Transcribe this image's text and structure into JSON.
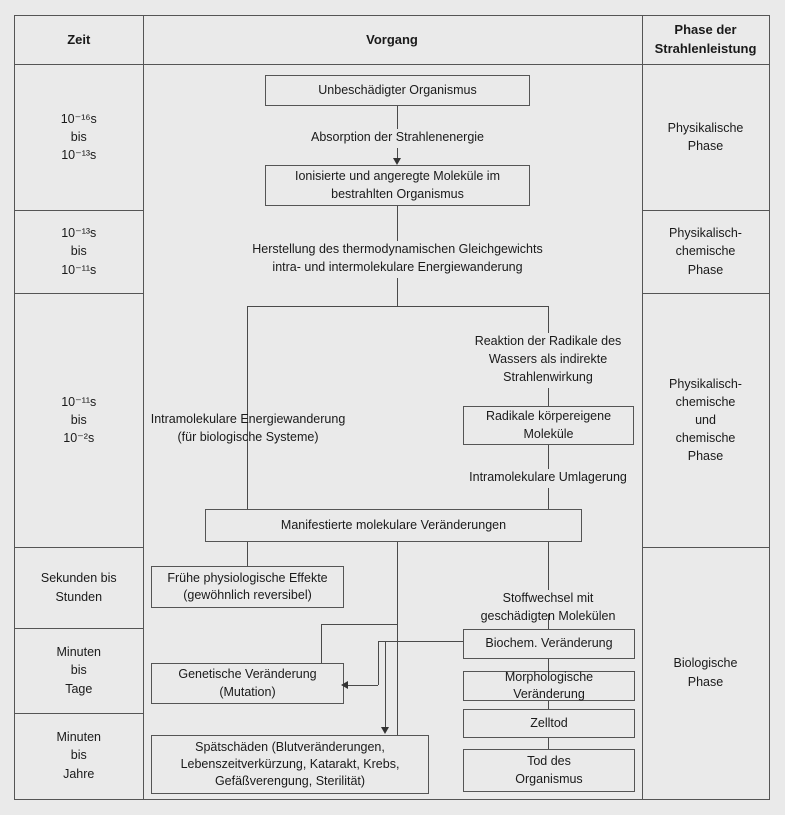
{
  "table": {
    "headers": {
      "time": "Zeit",
      "process": "Vorgang",
      "phase": "Phase der\nStrahlenleistung"
    },
    "time_rows": [
      "10⁻¹⁶s\nbis\n10⁻¹³s",
      "10⁻¹³s\nbis\n10⁻¹¹s",
      "10⁻¹¹s\nbis\n10⁻²s",
      "Sekunden bis\nStunden",
      "Minuten\nbis\nTage",
      "Minuten\nbis\nJahre"
    ],
    "phase_rows": [
      "Physikalische\nPhase",
      "Physikalisch-\nchemische\nPhase",
      "Physikalisch-\nchemische\nund\nchemische\nPhase",
      "Biologische\nPhase"
    ]
  },
  "flow": {
    "boxes": {
      "undamaged_organism": "Unbeschädigter Organismus",
      "ionized_molecules": "Ionisierte und angeregte Moleküle im\nbestrahlten Organismus",
      "radicals_own_molecules": "Radikale körpereigene\nMoleküle",
      "manifest_molecular_changes": "Manifestierte molekulare Veränderungen",
      "early_physiological_effects": "Frühe physiologische Effekte\n(gewöhnlich reversibel)",
      "genetic_change": "Genetische Veränderung\n(Mutation)",
      "late_damage": "Spätschäden (Blutveränderungen,\nLebenszeitverkürzung, Katarakt, Krebs,\nGefäßverengung, Sterilität)",
      "biochemical_change": "Biochem. Veränderung",
      "morphological_change": "Morphologische Veränderung",
      "cell_death": "Zelltod",
      "organism_death": "Tod des\nOrganismus"
    },
    "labels": {
      "absorption": "Absorption der Strahlenenergie",
      "thermodynamic_equilibrium": "Herstellung des thermodynamischen Gleichgewichts\nintra- und intermolekulare Energiewanderung",
      "water_radicals_reaction": "Reaktion der Radikale des\nWassers als indirekte\nStrahlenwirkung",
      "intramolecular_energy_migration": "Intramolekulare Energiewanderung\n(für biologische Systeme)",
      "intramolecular_rearrangement": "Intramolekulare Umlagerung",
      "metabolism_damaged_molecules": "Stoffwechsel mit\ngeschädigten Molekülen"
    }
  },
  "colors": {
    "background": "#eaeaea",
    "border": "#555555",
    "text": "#1a1a1a",
    "connector": "#4a4a4a"
  }
}
